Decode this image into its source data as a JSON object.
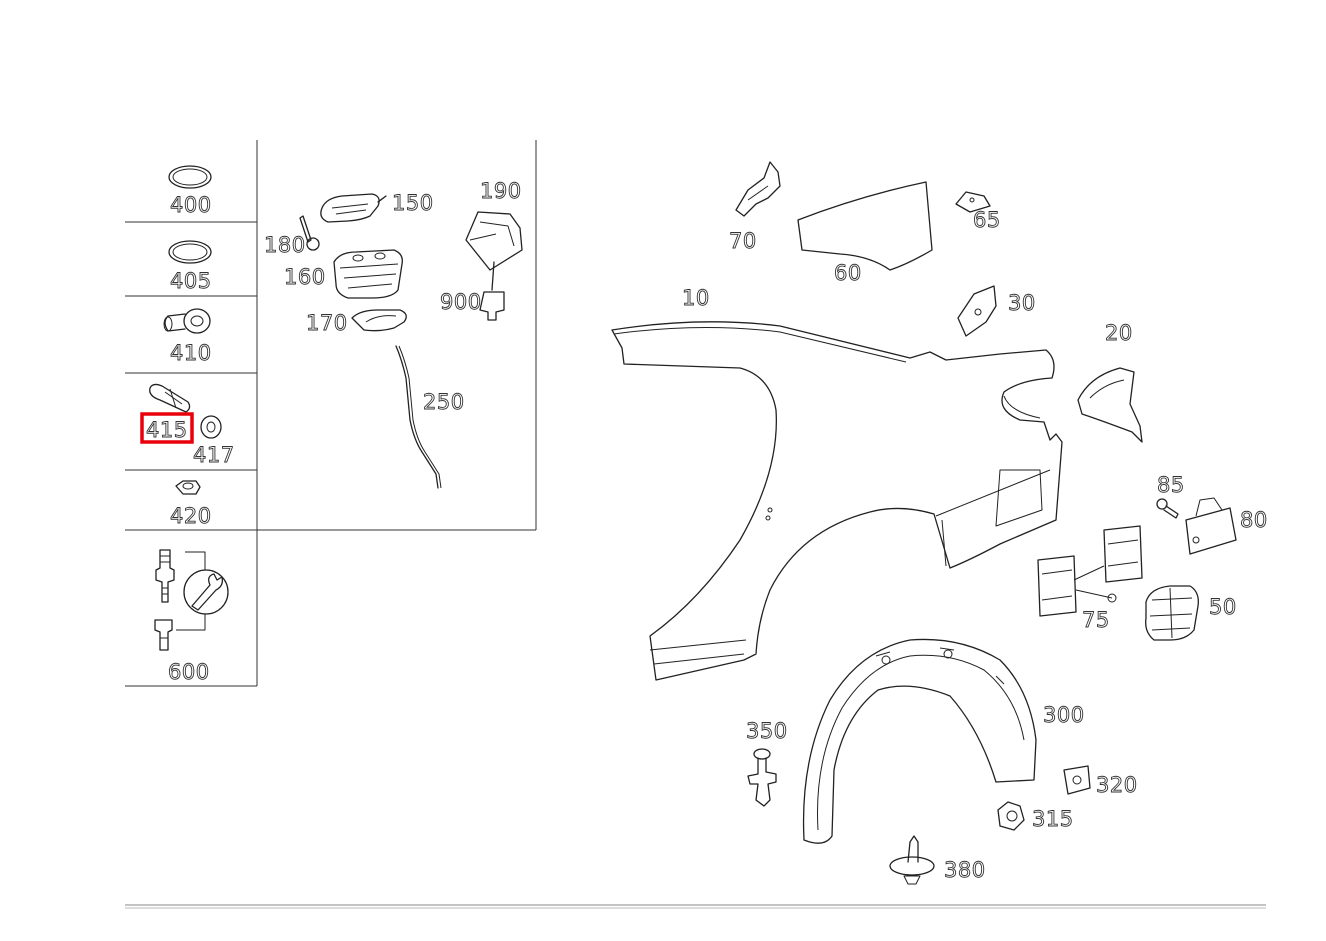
{
  "highlight_color": "#e8000b",
  "sidebar_parts": [
    "400",
    "405",
    "410",
    "415",
    "417",
    "420",
    "600"
  ],
  "highlighted_part": "415",
  "fuel_flap_parts": [
    "150",
    "180",
    "190",
    "160",
    "900",
    "170",
    "250"
  ],
  "main_parts": [
    "10",
    "20",
    "30",
    "50",
    "60",
    "65",
    "70",
    "75",
    "80",
    "85",
    "300",
    "315",
    "320",
    "350",
    "380"
  ]
}
